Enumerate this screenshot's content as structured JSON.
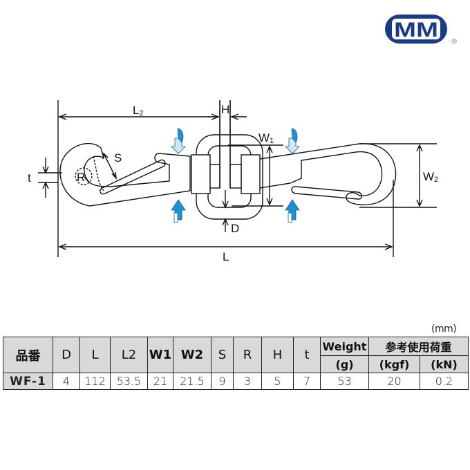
{
  "brand": {
    "logo_text": "MM",
    "registered_mark": "®",
    "logo_color": "#1a3b8c"
  },
  "drawing": {
    "title": "Swivel double snap hook dimension diagram",
    "labels": {
      "L2_main": "L",
      "L2_sub": "2",
      "H": "H",
      "W1_main": "W",
      "W1_sub": "1",
      "W2_main": "W",
      "W2_sub": "2",
      "S": "S",
      "R": "R",
      "t": "t",
      "D": "D",
      "L": "L"
    },
    "arrow_colors": {
      "dark": "#1e90d6",
      "light": "#cfe8f7"
    }
  },
  "table": {
    "unit": "(mm)",
    "headers": {
      "model": "品番",
      "D": "D",
      "L": "L",
      "L2": "L2",
      "W1": "W1",
      "W2": "W2",
      "S": "S",
      "R": "R",
      "H": "H",
      "t": "t",
      "weight_line1": "Weight",
      "weight_line2": "(g)",
      "load_group": "参考使用荷重",
      "load_kgf": "(kgf)",
      "load_kn": "(kN)"
    },
    "rows": [
      {
        "model": "WF-1",
        "D": "4",
        "L": "112",
        "L2": "53.5",
        "W1": "21",
        "W2": "21.5",
        "S": "9",
        "R": "3",
        "H": "5",
        "t": "7",
        "weight": "53",
        "load_kgf": "20",
        "load_kn": "0.2"
      }
    ]
  }
}
